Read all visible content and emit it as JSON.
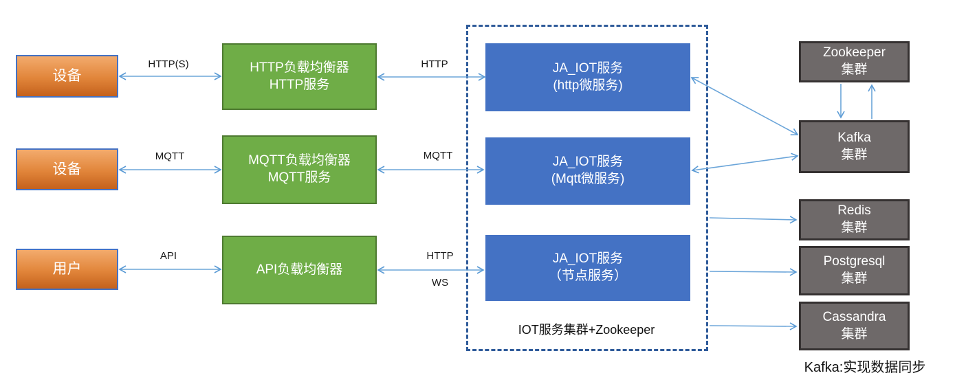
{
  "nodes": {
    "device_http": {
      "label": "设备"
    },
    "device_mqtt": {
      "label": "设备"
    },
    "user": {
      "label": "用户"
    },
    "http_lb": {
      "label": "HTTP负载均衡器\nHTTP服务"
    },
    "mqtt_lb": {
      "label": "MQTT负载均衡器\nMQTT服务"
    },
    "api_lb": {
      "label": "API负载均衡器"
    },
    "iot_http": {
      "label": "JA_IOT服务\n(http微服务)"
    },
    "iot_mqtt": {
      "label": "JA_IOT服务\n(Mqtt微服务)"
    },
    "iot_node": {
      "label": "JA_IOT服务\n（节点服务）"
    },
    "zookeeper": {
      "label": "Zookeeper\n集群"
    },
    "kafka": {
      "label": "Kafka\n集群"
    },
    "redis": {
      "label": "Redis\n集群"
    },
    "postgresql": {
      "label": "Postgresql\n集群"
    },
    "cassandra": {
      "label": "Cassandra\n集群"
    }
  },
  "edge_labels": {
    "https": "HTTP(S)",
    "http_row1": "HTTP",
    "mqtt_left": "MQTT",
    "mqtt_right": "MQTT",
    "api": "API",
    "http_row3": "HTTP",
    "ws": "WS"
  },
  "captions": {
    "cluster": "IOT服务集群+Zookeeper",
    "kafka_note": "Kafka:实现数据同步"
  },
  "colors": {
    "orange_top": "#f3ab6d",
    "orange_bottom": "#c4611c",
    "green": "#6fad47",
    "blue": "#4472c4",
    "gray": "#6e6969",
    "dashed_border": "#2f5b9a",
    "arrow": "#6ba5d9"
  }
}
